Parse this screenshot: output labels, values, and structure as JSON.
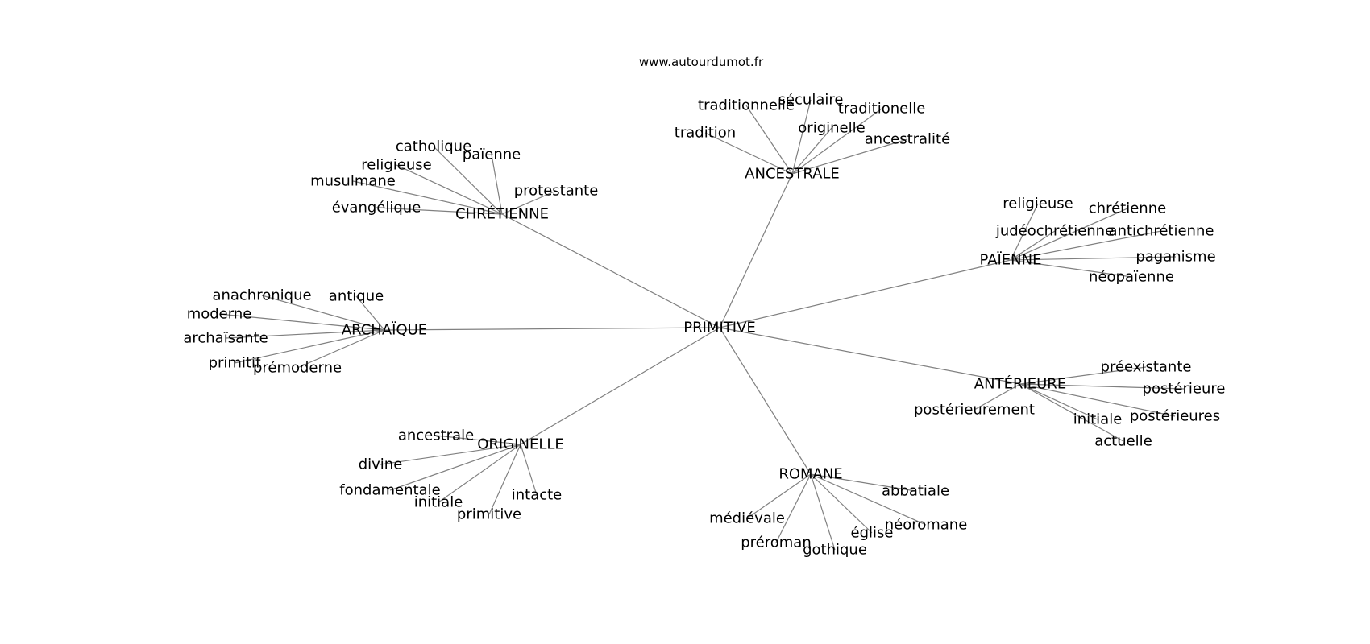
{
  "source": "www.autourdumot.fr",
  "graph": {
    "center": "PRIMITIVE",
    "clusters": [
      {
        "hub": "CHRÉTIENNE",
        "leaves": [
          "catholique",
          "païenne",
          "religieuse",
          "musulmane",
          "protestante",
          "évangélique"
        ]
      },
      {
        "hub": "ANCESTRALE",
        "leaves": [
          "séculaire",
          "traditionnelle",
          "traditionelle",
          "tradition",
          "originelle",
          "ancestralité"
        ]
      },
      {
        "hub": "PAÏENNE",
        "leaves": [
          "religieuse",
          "chrétienne",
          "judéochrétienne",
          "antichrétienne",
          "paganisme",
          "néopaïenne"
        ]
      },
      {
        "hub": "ARCHAÏQUE",
        "leaves": [
          "anachronique",
          "antique",
          "moderne",
          "archaïsante",
          "primitif",
          "prémoderne"
        ]
      },
      {
        "hub": "ANTÉRIEURE",
        "leaves": [
          "préexistante",
          "postérieure",
          "postérieurement",
          "initiale",
          "postérieures",
          "actuelle"
        ]
      },
      {
        "hub": "ORIGINELLE",
        "leaves": [
          "ancestrale",
          "divine",
          "fondamentale",
          "initiale",
          "primitive",
          "intacte"
        ]
      },
      {
        "hub": "ROMANE",
        "leaves": [
          "abbatiale",
          "médiévale",
          "néoromane",
          "préroman",
          "église",
          "gothique"
        ]
      }
    ]
  }
}
